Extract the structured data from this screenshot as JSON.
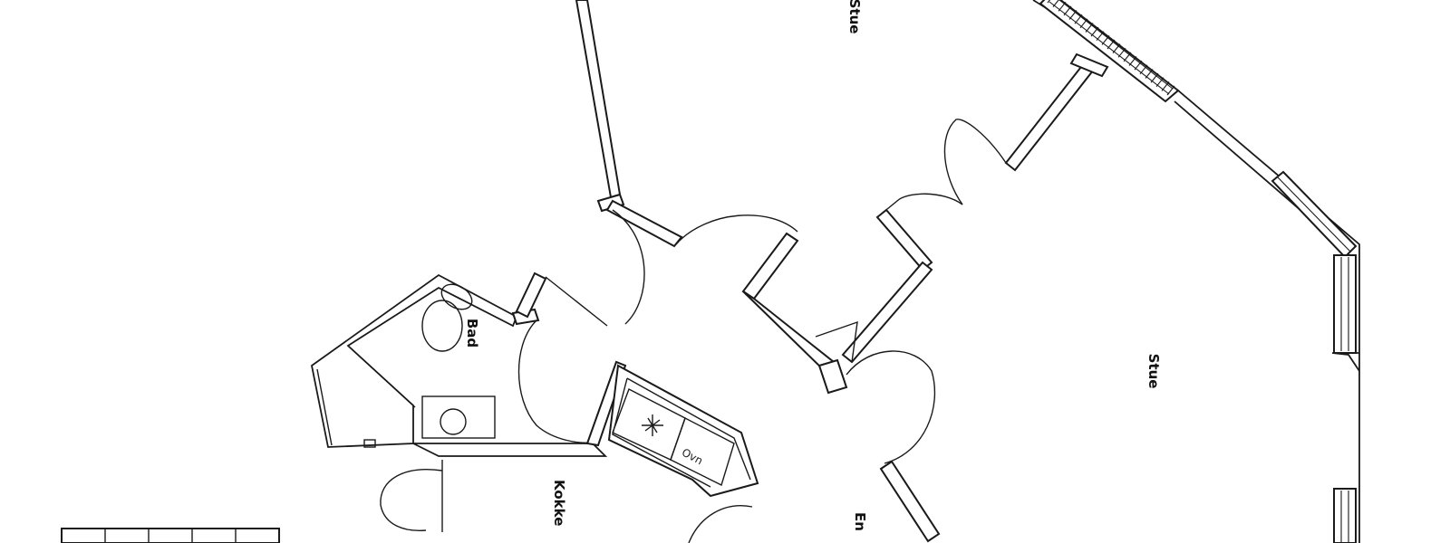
{
  "rooms": {
    "stue_top": "Stue",
    "stue_right": "Stue",
    "bad": "Bad",
    "kokken": "Kokke",
    "entre": "En"
  },
  "fixtures": {
    "oven": "Ovn"
  },
  "colors": {
    "line": "#1a1a1a",
    "background": "#ffffff"
  }
}
